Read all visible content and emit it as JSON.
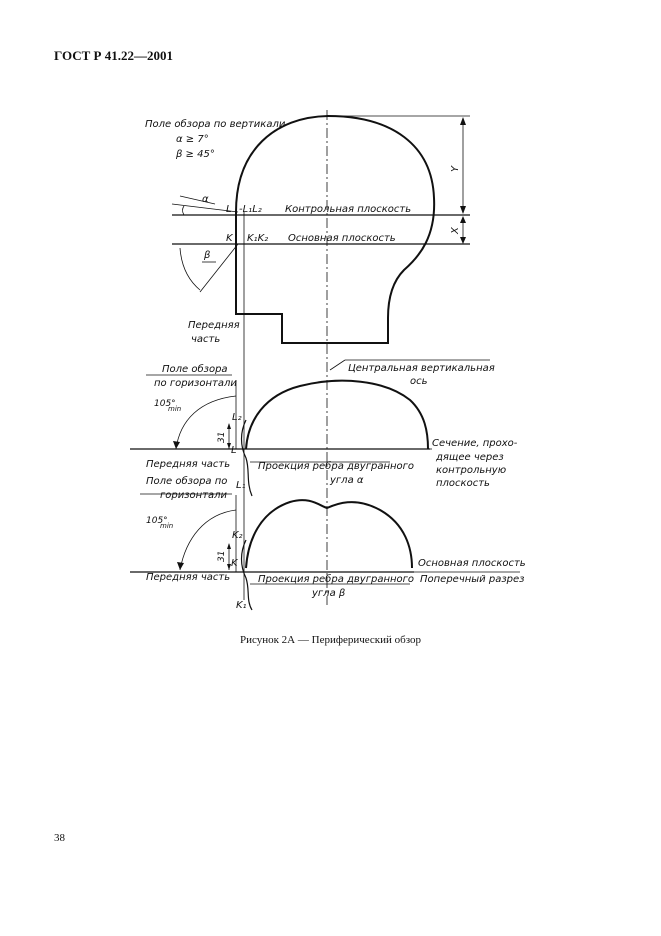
{
  "header": "ГОСТ Р 41.22—2001",
  "caption": "Рисунок 2А — Периферический обзор",
  "page_number": "38",
  "labels": {
    "vertical_field_l1": "Поле обзора по вертикали",
    "alpha_cond": "α ≥ 7°",
    "beta_cond": "β ≥ 45°",
    "alpha": "α",
    "beta": "β",
    "L": "L",
    "L1L2": "-L₁L₂",
    "K": "K",
    "K1K2": "K₁K₂",
    "control_plane": "Контрольная плоскость",
    "base_plane": "Основная плоскость",
    "Y": "Y",
    "X": "X",
    "front_part_l1": "Передняя",
    "front_part_l2": "часть",
    "horiz_field1_l1": "Поле обзора",
    "horiz_field1_l2": "по горизонтали",
    "central_axis_l1": "Центральная вертикальная",
    "central_axis_l2": "ось",
    "deg105a": "105°",
    "min_a": "min",
    "L2": "L₂",
    "dim31a": "31",
    "Lb": "L",
    "front_part_full_a": "Передняя часть",
    "proj_alpha_l1": "Проекция ребра двугранного",
    "proj_alpha_l2": "угла α",
    "section_l1": "Сечение, прохо-",
    "section_l2": "дящее через",
    "section_l3": "контрольную",
    "section_l4": "плоскость",
    "L1b": "L₁",
    "horiz_field2_l1": "Поле обзора по",
    "horiz_field2_l2": "горизонтали",
    "deg105b": "105°",
    "min_b": "min",
    "K2": "K₂",
    "dim31b": "31",
    "Kb": "K",
    "front_part_full_b": "Передняя часть",
    "proj_beta_l1": "Проекция ребра двугранного",
    "proj_beta_l2": "угла β",
    "base_plane2": "Основная плоскость",
    "cross_section": "Поперечный разрез",
    "K1b": "K₁"
  }
}
